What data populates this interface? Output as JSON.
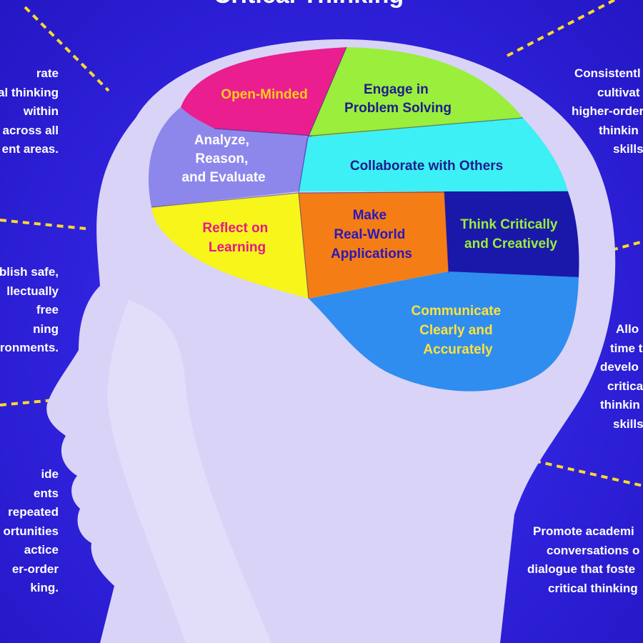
{
  "title": "Critical Thinking",
  "colors": {
    "background": "#2f22dc",
    "head": "#d9d3f7",
    "dash": "#ffd92e"
  },
  "regions": {
    "open_minded": {
      "lines": [
        "Open-Minded"
      ],
      "fill": "#ea1e8e",
      "text_color": "#ffcc1a"
    },
    "engage": {
      "lines": [
        "Engage in",
        "Problem Solving"
      ],
      "fill": "#9aee3c",
      "text_color": "#1d1d8a"
    },
    "analyze": {
      "lines": [
        "Analyze,",
        "Reason,",
        "and Evaluate"
      ],
      "fill": "#8d87ec",
      "text_color": "#ffffff"
    },
    "collaborate": {
      "lines": [
        "Collaborate with Others"
      ],
      "fill": "#3cf0f5",
      "text_color": "#1d1d8a"
    },
    "reflect": {
      "lines": [
        "Reflect on",
        "Learning"
      ],
      "fill": "#f7f51a",
      "text_color": "#e6178a"
    },
    "make": {
      "lines": [
        "Make",
        "Real-World",
        "Applications"
      ],
      "fill": "#f57d16",
      "text_color": "#2a18b8"
    },
    "think": {
      "lines": [
        "Think Critically",
        "and Creatively"
      ],
      "fill": "#1a18a8",
      "text_color": "#9aee3c"
    },
    "communicate": {
      "lines": [
        "Communicate",
        "Clearly and",
        "Accurately"
      ],
      "fill": "#2f8df0",
      "text_color": "#ffe23a"
    }
  },
  "left_texts": [
    [
      "rate",
      "al thinking",
      "within",
      "across all",
      "ent areas."
    ],
    [
      "blish safe,",
      "llectually",
      "free",
      "ning",
      "ironments."
    ],
    [
      "ide",
      "ents",
      "repeated",
      "ortunities",
      "actice",
      "er-order",
      "king."
    ]
  ],
  "right_texts": [
    [
      "Consistentl",
      "cultivat",
      "higher-order",
      "thinkin",
      "skills"
    ],
    [
      "Allo",
      "time t",
      "develo",
      "critica",
      "thinkin",
      "skills"
    ],
    [
      "Promote academi",
      "conversations o",
      "dialogue that foste",
      "critical thinking"
    ]
  ]
}
